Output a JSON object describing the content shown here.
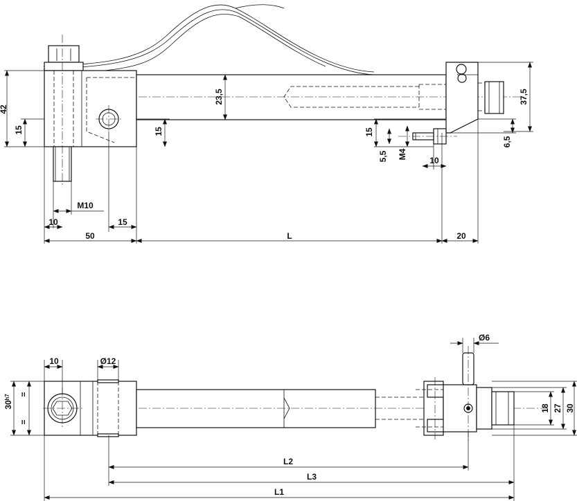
{
  "side_view": {
    "dimensions": {
      "height_42": "42",
      "left_15": "15",
      "hole_15": "15",
      "beam_23_5": "23,5",
      "right_15": "15",
      "d_5_5": "5,5",
      "thread_m4": "M4",
      "d_10_right": "10",
      "d_6_5": "6,5",
      "d_37_5": "37,5",
      "thread_m10": "M10",
      "d_10_bottom": "10",
      "d_15_bottom": "15",
      "d_50": "50",
      "length_l": "L",
      "d_20": "20"
    }
  },
  "top_view": {
    "dimensions": {
      "d_10": "10",
      "dia_12": "Ø12",
      "dia_6": "Ø6",
      "width_30": "30",
      "tolerance": "h7",
      "equal_mark": "=",
      "d_18": "18",
      "d_27": "27",
      "d_30_right": "30",
      "length_l2": "L2",
      "length_l3": "L3",
      "length_l1": "L1"
    }
  }
}
